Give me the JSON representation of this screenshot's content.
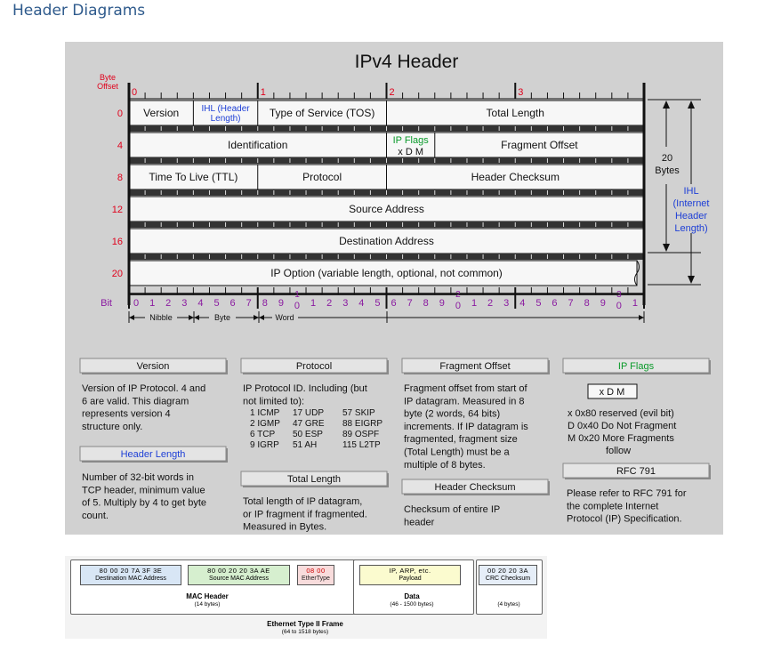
{
  "page_title": "Header Diagrams",
  "diagram": {
    "title": "IPv4 Header",
    "byte_offset_label": "Byte\nOffset",
    "byte_numbers": [
      "0",
      "1",
      "2",
      "3"
    ],
    "row_offsets": [
      "0",
      "4",
      "8",
      "12",
      "16",
      "20"
    ],
    "rows": {
      "version": "Version",
      "ihl": "IHL (Header\nLength)",
      "tos": "Type of Service (TOS)",
      "total_length": "Total Length",
      "identification": "Identification",
      "ip_flags": "IP Flags",
      "ip_flags_bits": "x  D  M",
      "fragment_offset": "Fragment Offset",
      "ttl": "Time To Live (TTL)",
      "protocol": "Protocol",
      "header_checksum": "Header Checksum",
      "source_address": "Source Address",
      "destination_address": "Destination Address",
      "ip_option": "IP Option (variable length, optional, not common)"
    },
    "bytes20": "20\nBytes",
    "ihl_side": "IHL\n(Internet\nHeader\nLength)",
    "bit_label": "Bit",
    "bit_ticks": [
      "0",
      "1",
      "2",
      "3",
      "4",
      "5",
      "6",
      "7",
      "8",
      "9",
      "1|0",
      "1",
      "2",
      "3",
      "4",
      "5",
      "6",
      "7",
      "8",
      "9",
      "2|0",
      "1",
      "2",
      "3",
      "4",
      "5",
      "6",
      "7",
      "8",
      "9",
      "3|0",
      "1"
    ],
    "scale": {
      "nibble": "Nibble",
      "byte": "Byte",
      "word": "Word"
    },
    "colors": {
      "accent_red": "#e0001b",
      "accent_blue": "#1e3fd6",
      "accent_green": "#0a9a2a",
      "accent_purple": "#8a1aa0",
      "panel_bg": "#d1d1d1"
    }
  },
  "legend": {
    "version": {
      "title": "Version",
      "text": "Version of IP Protocol.  4 and\n6 are valid.  This diagram\nrepresents version 4\nstructure only."
    },
    "header_length": {
      "title": "Header Length",
      "text": "Number of 32-bit words in\nTCP header, minimum value\nof 5.  Multiply by 4 to get byte\ncount."
    },
    "protocol": {
      "title": "Protocol",
      "text": "IP Protocol ID.  Including (but\nnot limited to):",
      "table": [
        [
          "1 ICMP",
          "17 UDP",
          "57 SKIP"
        ],
        [
          "2 IGMP",
          "47 GRE",
          "88 EIGRP"
        ],
        [
          "6 TCP",
          "50 ESP",
          "89 OSPF"
        ],
        [
          "9 IGRP",
          "51 AH",
          "115 L2TP"
        ]
      ]
    },
    "total_length": {
      "title": "Total Length",
      "text": "Total length of IP datagram,\nor IP fragment if fragmented.\nMeasured in Bytes."
    },
    "fragment_offset": {
      "title": "Fragment Offset",
      "text": "Fragment offset from start of\nIP datagram.  Measured in 8\nbyte (2 words, 64 bits)\nincrements.  If IP datagram is\nfragmented, fragment size\n(Total Length) must be a\nmultiple of 8 bytes."
    },
    "header_checksum": {
      "title": "Header Checksum",
      "text": "Checksum of entire IP\nheader"
    },
    "ip_flags": {
      "title": "IP Flags",
      "bits": "x  D  M",
      "items": [
        "x  0x80 reserved (evil bit)",
        "D  0x40 Do Not Fragment",
        "M  0x20 More Fragments",
        "follow"
      ]
    },
    "rfc": {
      "title": "RFC 791",
      "text": "Please refer to RFC 791 for\nthe complete Internet\nProtocol (IP) Specification."
    }
  },
  "ethernet": {
    "dest_mac": {
      "value": "80  00  20  7A  3F  3E",
      "label": "Destination MAC Address"
    },
    "src_mac": {
      "value": "80  00  20  20  3A  AE",
      "label": "Source MAC Address"
    },
    "ethertype": {
      "value": "08  00",
      "label": "EtherType"
    },
    "payload": {
      "value": "IP, ARP, etc.",
      "label": "Payload"
    },
    "crc": {
      "value": "00  20  20  3A",
      "label": "CRC Checksum"
    },
    "mac_header": {
      "label": "MAC Header",
      "sub": "(14 bytes)"
    },
    "data": {
      "label": "Data",
      "sub": "(46 - 1500 bytes)"
    },
    "crc_size": "(4 bytes)",
    "frame": {
      "label": "Ethernet Type II Frame",
      "sub": "(64 to 1518 bytes)"
    }
  }
}
